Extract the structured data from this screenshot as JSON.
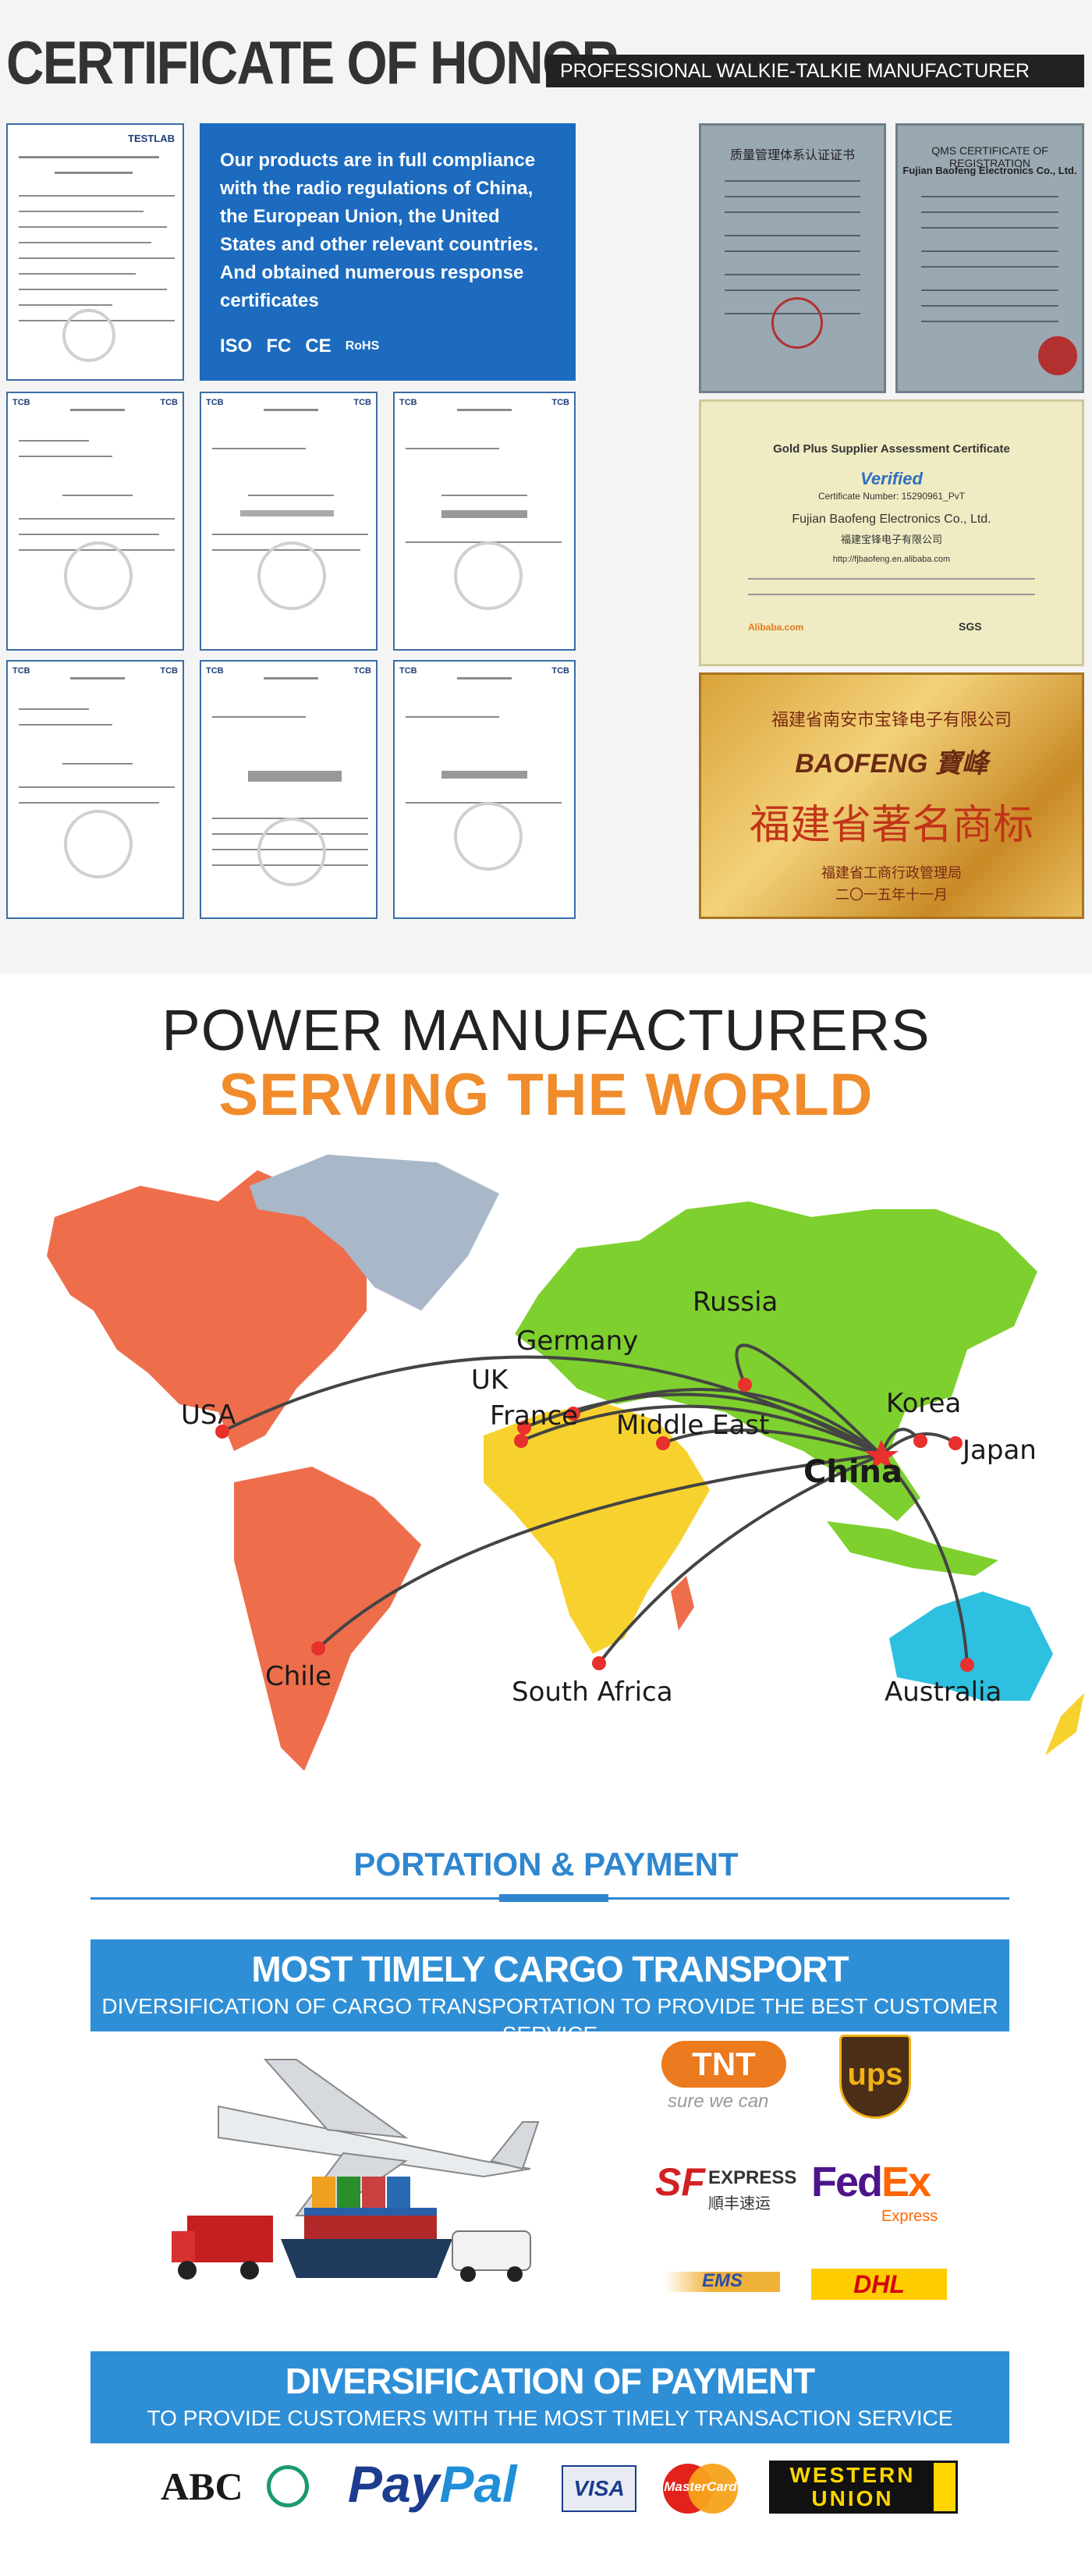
{
  "certificates": {
    "title": "CERTIFICATE OF HONOR",
    "subtitle": "PROFESSIONAL WALKIE-TALKIE MANUFACTURER",
    "compliance_text": "Our products are in full compliance with the radio regulations of China, the European Union, the United States and other relevant countries. And obtained numerous response certificates",
    "compliance_logos": [
      "ISO",
      "FC",
      "CE",
      "RoHS"
    ],
    "testlab_label": "TESTLAB",
    "tcb_label": "TCB",
    "qms_title": "QMS CERTIFICATE OF REGISTRATION",
    "qms_cn_title": "质量管理体系认证证书",
    "qms_company": "Fujian Baofeng Electronics Co., Ltd.",
    "gold_cert": {
      "title": "Gold Plus Supplier Assessment Certificate",
      "verified": "Verified",
      "cert_number": "Certificate Number: 15290961_PvT",
      "company": "Fujian Baofeng Electronics Co., Ltd.",
      "company_cn": "福建宝锋电子有限公司",
      "url": "http://fjbaofeng.en.alibaba.com",
      "footer_left": "Alibaba.com",
      "footer_right": "SGS"
    },
    "brand_plate": {
      "top": "福建省南安市宝锋电子有限公司",
      "logo": "BAOFENG 寶峰",
      "main": "福建省著名商标",
      "issuer": "福建省工商行政管理局",
      "date": "二〇一五年十一月"
    }
  },
  "world": {
    "title_line1": "POWER MANUFACTURERS",
    "title_line2": "SERVING THE WORLD",
    "cities": [
      "Russia",
      "Germany",
      "UK",
      "France",
      "Middle East",
      "Korea",
      "Japan",
      "China",
      "USA",
      "Chile",
      "South Africa",
      "Australia"
    ]
  },
  "transport": {
    "heading": "PORTATION & PAYMENT",
    "cargo_title": "MOST TIMELY CARGO TRANSPORT",
    "cargo_subtitle": "DIVERSIFICATION OF CARGO TRANSPORTATION TO PROVIDE THE BEST CUSTOMER SERVICE",
    "carriers": {
      "tnt": "TNT",
      "tnt_tagline": "sure we can",
      "ups": "ups",
      "sf": "SF",
      "sf_express": "EXPRESS",
      "sf_cn": "順丰速运",
      "fedex_fed": "Fed",
      "fedex_ex": "Ex",
      "fedex_express": "Express",
      "ems": "EMS",
      "dhl": "DHL"
    },
    "payment_title": "DIVERSIFICATION OF PAYMENT",
    "payment_subtitle": "TO PROVIDE CUSTOMERS WITH THE MOST TIMELY TRANSACTION SERVICE",
    "payments": {
      "abc": "ABC",
      "paypal_pay": "Pay",
      "paypal_pal": "Pal",
      "visa": "VISA",
      "mastercard": "MasterCard",
      "western": "WESTERN",
      "union": "UNION"
    }
  },
  "colors": {
    "blue": "#2f8fd6",
    "orange": "#f08c2c",
    "cert_blue": "#1c6bbf"
  }
}
